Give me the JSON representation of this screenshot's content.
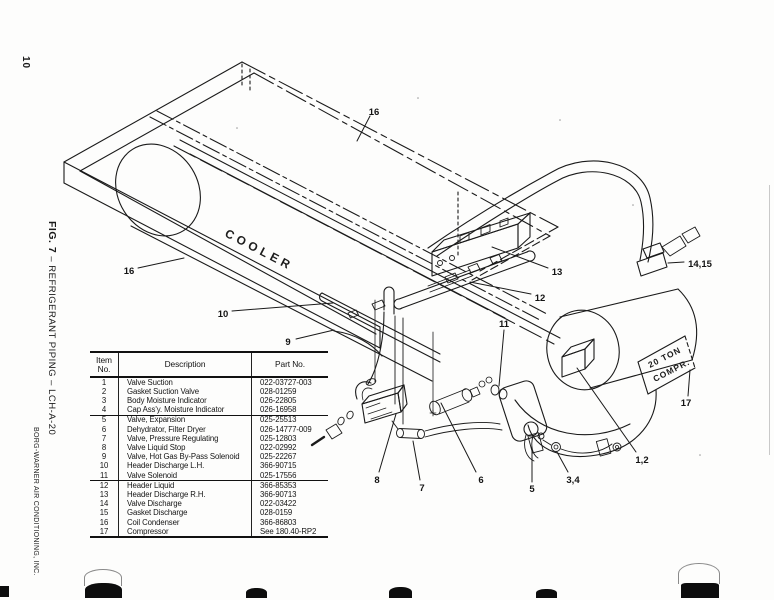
{
  "page": {
    "number": "10",
    "company": "BORG-WARNER AIR CONDITIONING, INC."
  },
  "figure": {
    "caption_bold": "FIG. 7",
    "caption_rest": " – REFRIGERANT PIPING – LCH-A-20"
  },
  "diagram": {
    "cooler_label": "COOLER",
    "compressor_label_line1": "20 TON",
    "compressor_label_line2": "COMPR.",
    "callouts": [
      {
        "id": "condenser-top",
        "label": "16"
      },
      {
        "id": "condenser-left",
        "label": "16"
      },
      {
        "id": "header-discharge-lh",
        "label": "10"
      },
      {
        "id": "hot-gas-bypass",
        "label": "9"
      },
      {
        "id": "header-discharge-rh",
        "label": "13"
      },
      {
        "id": "header-liquid",
        "label": "12"
      },
      {
        "id": "valve-solenoid",
        "label": "11"
      },
      {
        "id": "valve-discharge",
        "label": "14,15"
      },
      {
        "id": "compressor",
        "label": "17"
      },
      {
        "id": "valve-suction",
        "label": "1,2"
      },
      {
        "id": "moisture-indicator",
        "label": "3,4"
      },
      {
        "id": "valve-expansion",
        "label": "5"
      },
      {
        "id": "dehydrator",
        "label": "6"
      },
      {
        "id": "valve-pressure-reg",
        "label": "7"
      },
      {
        "id": "valve-liquid-stop",
        "label": "8"
      }
    ]
  },
  "table": {
    "headers": {
      "item_line1": "Item",
      "item_line2": "No.",
      "description": "Description",
      "part": "Part No."
    },
    "group_breaks": [
      "4",
      "11"
    ],
    "rows": [
      {
        "item": "1",
        "description": "Valve Suction",
        "part": "022-03727-003"
      },
      {
        "item": "2",
        "description": "Gasket Suction Valve",
        "part": "028-01259"
      },
      {
        "item": "3",
        "description": "Body Moisture Indicator",
        "part": "026-22805"
      },
      {
        "item": "4",
        "description": "Cap Ass'y. Moisture Indicator",
        "part": "026-16958"
      },
      {
        "item": "5",
        "description": "Valve, Expansion",
        "part": "025-25513"
      },
      {
        "item": "6",
        "description": "Dehydrator, Filter Dryer",
        "part": "026-14777-009"
      },
      {
        "item": "7",
        "description": "Valve, Pressure Regulating",
        "part": "025-12803"
      },
      {
        "item": "8",
        "description": "Valve Liquid Stop",
        "part": "022-02992"
      },
      {
        "item": "9",
        "description": "Valve, Hot Gas By-Pass Solenoid",
        "part": "025-22267"
      },
      {
        "item": "10",
        "description": "Header Discharge L.H.",
        "part": "366-90715"
      },
      {
        "item": "11",
        "description": "Valve Solenoid",
        "part": "025-17556"
      },
      {
        "item": "12",
        "description": "Header Liquid",
        "part": "366-85353"
      },
      {
        "item": "13",
        "description": "Header Discharge R.H.",
        "part": "366-90713"
      },
      {
        "item": "14",
        "description": "Valve Discharge",
        "part": "022-03422"
      },
      {
        "item": "15",
        "description": "Gasket Discharge",
        "part": "028-0159"
      },
      {
        "item": "16",
        "description": "Coil Condenser",
        "part": "366-86803"
      },
      {
        "item": "17",
        "description": "Compressor",
        "part": "See 180.40-RP2"
      }
    ]
  }
}
